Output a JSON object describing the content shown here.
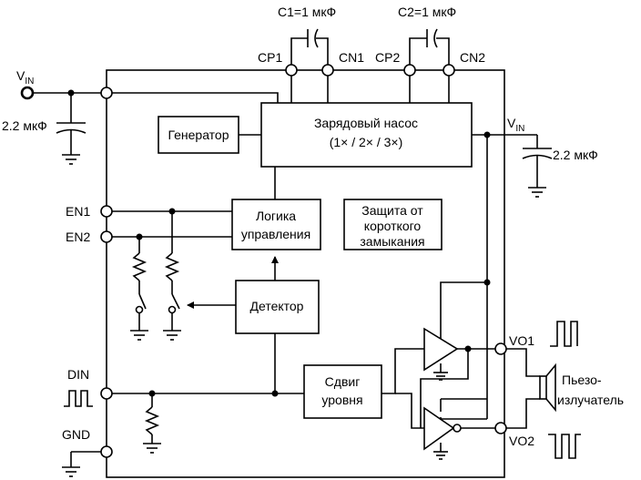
{
  "colors": {
    "ink": "#000000",
    "background": "#ffffff"
  },
  "capacitors": {
    "c1": "C1=1 мкФ",
    "c2": "C2=1 мкФ",
    "vin_left": "2.2 мкФ",
    "vin_right": "2.2 мкФ"
  },
  "pins": {
    "cp1": "CP1",
    "cn1": "CN1",
    "cp2": "CP2",
    "cn2": "CN2",
    "vin_main": "V",
    "vin_main_sub": "IN",
    "vin_right": "V",
    "vin_right_sub": "IN",
    "en1": "EN1",
    "en2": "EN2",
    "din": "DIN",
    "gnd": "GND",
    "vo1": "VO1",
    "vo2": "VO2"
  },
  "blocks": {
    "charge_pump_line1": "Зарядовый насос",
    "charge_pump_line2": "(1× / 2× / 3×)",
    "generator": "Генератор",
    "logic_line1": "Логика",
    "logic_line2": "управления",
    "protection_line1": "Защита от",
    "protection_line2": "короткого",
    "protection_line3": "замыкания",
    "detector": "Детектор",
    "level_shift_line1": "Сдвиг",
    "level_shift_line2": "уровня"
  },
  "load": {
    "line1": "Пьезо-",
    "line2": "излучатель"
  },
  "icons": [
    "square-wave-icon",
    "piezo-speaker-icon",
    "ground-icon",
    "switch-icon",
    "resistor-icon",
    "buffer-icon",
    "inverter-icon"
  ]
}
